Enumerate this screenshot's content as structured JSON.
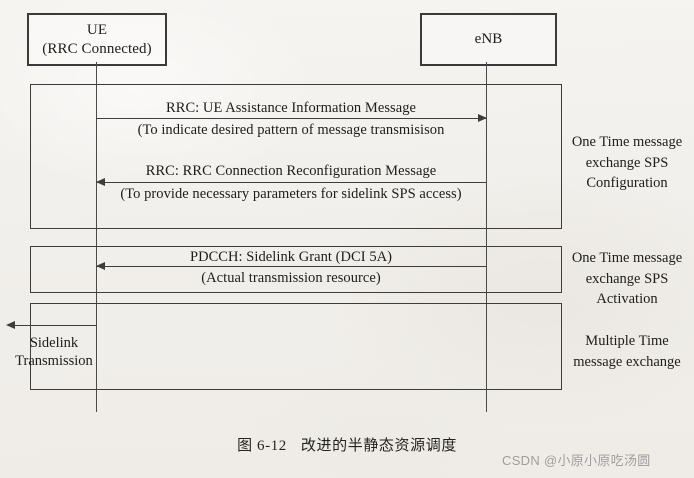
{
  "figure": {
    "type": "sequence-diagram",
    "caption_number": "图 6-12",
    "caption_title": "改进的半静态资源调度",
    "watermark": "CSDN @小原小原吃汤圆"
  },
  "entities": [
    {
      "id": "ue",
      "line1": "UE",
      "line2": "(RRC Connected)"
    },
    {
      "id": "enb",
      "line1": "eNB",
      "line2": ""
    }
  ],
  "messages": [
    {
      "id": "msg1",
      "label": "RRC: UE Assistance Information Message",
      "note": "(To indicate desired pattern of message transmisison",
      "from": "UE",
      "to": "eNB",
      "direction": "right"
    },
    {
      "id": "msg2",
      "label": "RRC: RRC Connection Reconfiguration Message",
      "note": "(To provide necessary parameters for sidelink SPS access)",
      "from": "eNB",
      "to": "UE",
      "direction": "left"
    },
    {
      "id": "msg3",
      "label": "PDCCH: Sidelink Grant (DCI 5A)",
      "note": "(Actual transmission resource)",
      "from": "eNB",
      "to": "UE",
      "direction": "left"
    }
  ],
  "sidelink": {
    "label_line1": "Sidelink",
    "label_line2": "Transmission",
    "direction": "left"
  },
  "annotations": [
    {
      "id": "annotation-1",
      "line1": "One Time message",
      "line2": "exchange SPS",
      "line3": "Configuration"
    },
    {
      "id": "annotation-2",
      "line1": "One Time message",
      "line2": "exchange SPS",
      "line3": "Activation"
    },
    {
      "id": "annotation-3",
      "line1": "Multiple Time",
      "line2": "message exchange",
      "line3": ""
    }
  ],
  "colors": {
    "background": "#f4f2ef",
    "stroke": "#3d3d3d",
    "text": "#1d1d1d",
    "watermark": "#9e9e9e"
  }
}
